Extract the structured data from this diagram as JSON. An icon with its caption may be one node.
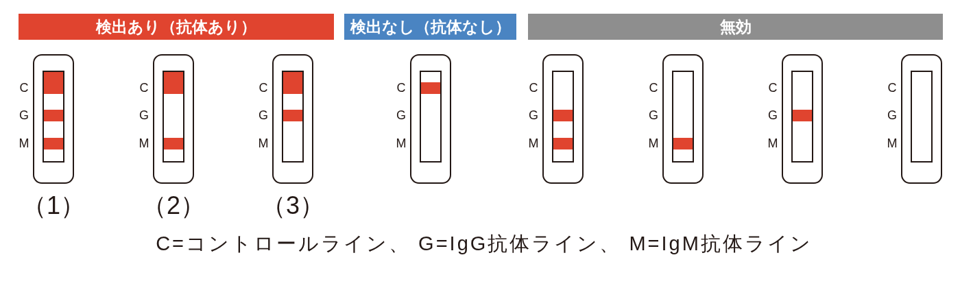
{
  "diagram": {
    "nodes": [
      {
        "text": [
          "検出あり（抗体あり）"
        ]
      },
      {
        "text": [
          "検出なし（抗体なし）"
        ]
      },
      {
        "text": [
          "無効"
        ]
      },
      {
        "text": [],
        "shape": "box",
        "beside": [
          "C",
          "G",
          "M",
          "（1）"
        ]
      },
      {
        "text": [],
        "shape": "bar",
        "in": 3
      },
      {
        "text": [],
        "shape": "bar",
        "in": 3
      },
      {
        "text": [],
        "shape": "bar",
        "in": 3
      },
      {
        "text": [],
        "shape": "box",
        "beside": [
          "C",
          "G",
          "M",
          "（2）"
        ]
      },
      {
        "text": [],
        "shape": "bar",
        "in": 7
      },
      {
        "text": [],
        "shape": "bar",
        "in": 7
      },
      {
        "text": [],
        "shape": "box",
        "beside": [
          "C",
          "G",
          "M",
          "（3）"
        ]
      },
      {
        "text": [],
        "shape": "bar",
        "in": 10
      },
      {
        "text": [],
        "shape": "bar",
        "in": 10
      },
      {
        "text": [],
        "shape": "box",
        "beside": [
          "C",
          "G",
          "M"
        ]
      },
      {
        "text": [],
        "shape": "bar",
        "in": 13
      },
      {
        "text": [],
        "shape": "box",
        "beside": [
          "C",
          "G",
          "M"
        ]
      },
      {
        "text": [],
        "shape": "bar",
        "in": 15
      },
      {
        "text": [],
        "shape": "bar",
        "in": 15
      },
      {
        "text": [],
        "shape": "box",
        "beside": [
          "C",
          "G",
          "M"
        ]
      },
      {
        "text": [],
        "shape": "bar",
        "in": 18
      },
      {
        "text": [],
        "shape": "box",
        "beside": [
          "C",
          "G",
          "M"
        ]
      },
      {
        "text": [],
        "shape": "bar",
        "in": 20
      },
      {
        "text": [],
        "shape": "box",
        "beside": [
          "C",
          "G",
          "M"
        ]
      }
    ],
    "caption": "C=コントロールライン、 G=IgG抗体ライン、 M=IgM抗体ライン"
  }
}
